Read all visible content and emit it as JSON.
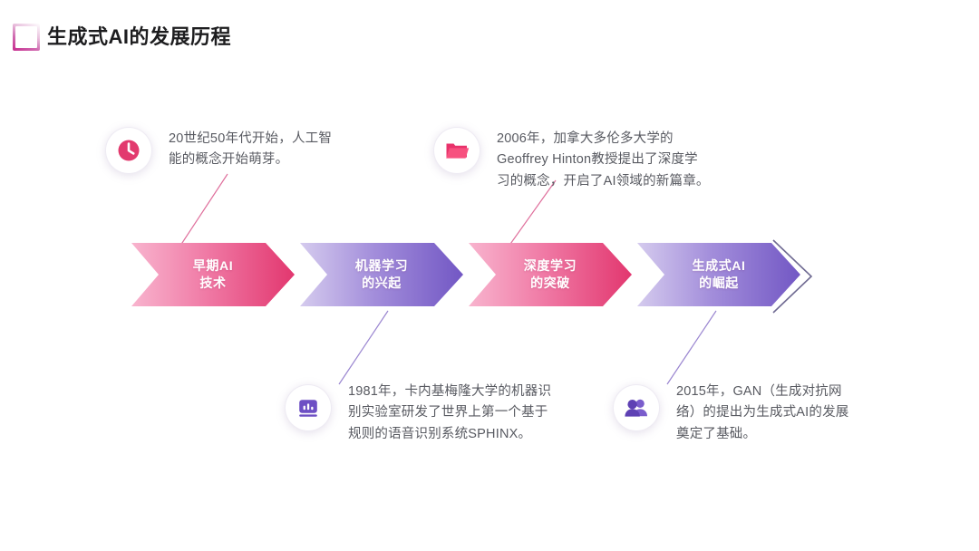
{
  "slide": {
    "title": "生成式AI的发展历程",
    "background_color": "#ffffff",
    "title_color": "#1d1d1f",
    "accent_pink": "#e23a6e",
    "accent_purple": "#7b5fc7",
    "body_text_color": "#585a61"
  },
  "stages": [
    {
      "id": "stage-1",
      "label": "早期AI\n技术",
      "color_from": "#f6a6c4",
      "color_to": "#e2376f",
      "theme": "pink"
    },
    {
      "id": "stage-2",
      "label": "机器学习\n的兴起",
      "color_from": "#c9bde8",
      "color_to": "#7257c4",
      "theme": "purple"
    },
    {
      "id": "stage-3",
      "label": "深度学习\n的突破",
      "color_from": "#f6a6c4",
      "color_to": "#e2376f",
      "theme": "pink"
    },
    {
      "id": "stage-4",
      "label": "生成式AI\n的崛起",
      "color_from": "#c9bde8",
      "color_to": "#7257c4",
      "theme": "purple"
    }
  ],
  "notes": [
    {
      "id": "note-1",
      "position": "top",
      "icon": "clock-icon",
      "icon_color": "#e23a6e",
      "text": "20世纪50年代开始，人工智\n能的概念开始萌芽。"
    },
    {
      "id": "note-2",
      "position": "top",
      "icon": "folder-icon",
      "icon_color": "#e8326b",
      "text": "2006年，加拿大多伦多大学的\nGeoffrey Hinton教授提出了深度学\n习的概念，开启了AI领域的新篇章。"
    },
    {
      "id": "note-3",
      "position": "bottom",
      "icon": "chart-monitor-icon",
      "icon_color": "#6d4fc4",
      "text": "1981年，卡内基梅隆大学的机器识\n别实验室研发了世界上第一个基于\n规则的语音识别系统SPHINX。"
    },
    {
      "id": "note-4",
      "position": "bottom",
      "icon": "users-icon",
      "icon_color": "#6d4fc4",
      "text": "2015年，GAN（生成对抗网\n络）的提出为生成式AI的发展\n奠定了基础。"
    }
  ],
  "trailing_chevron": {
    "id": "trailing-chevron",
    "stroke_color": "#6f6a92"
  }
}
